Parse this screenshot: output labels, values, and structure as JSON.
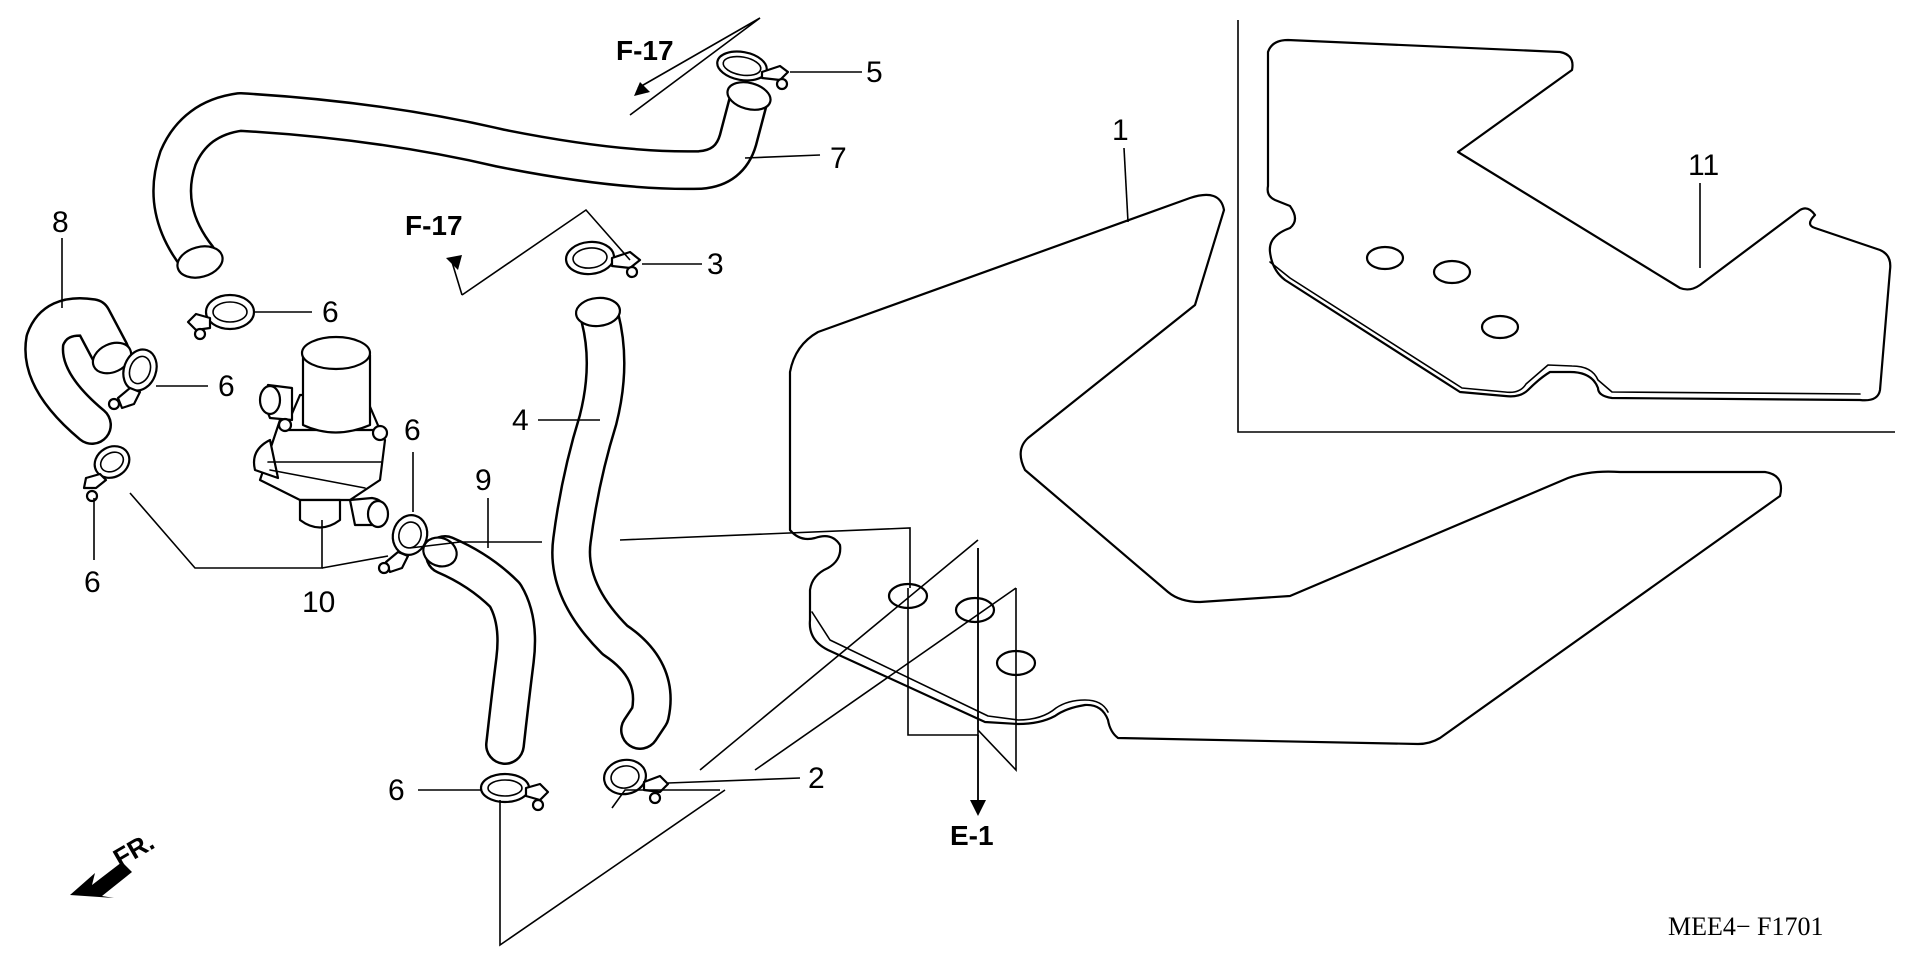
{
  "callouts": {
    "c1": "1",
    "c2": "2",
    "c3": "3",
    "c4": "4",
    "c5": "5",
    "c6": "6",
    "c7": "7",
    "c8": "8",
    "c9": "9",
    "c10": "10",
    "c11": "11"
  },
  "references": {
    "f17": "F-17",
    "e1": "E-1"
  },
  "front_label": "FR.",
  "figure_code": "MEE4− F1701"
}
